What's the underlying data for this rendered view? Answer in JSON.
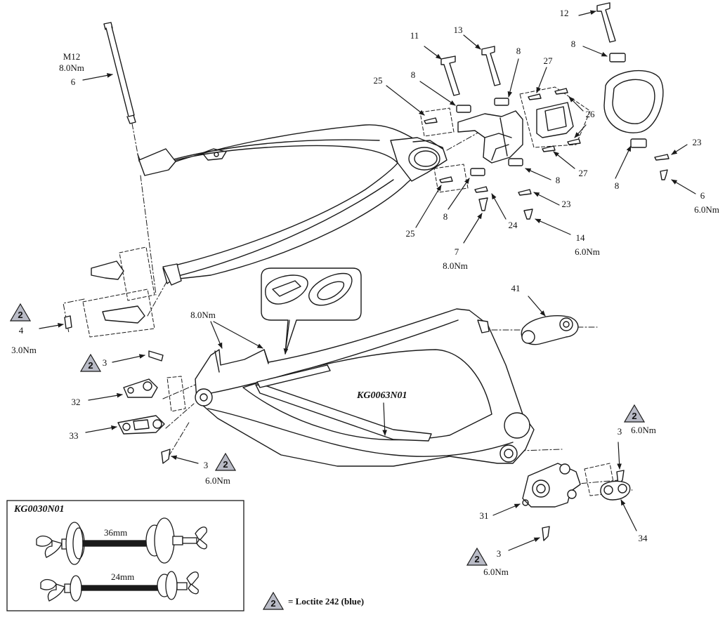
{
  "callouts": {
    "m12": "M12",
    "swing_axle_torque": "8.0Nm",
    "n6_top": "6",
    "n11": "11",
    "n13": "13",
    "n12": "12",
    "n8_a": "8",
    "n8_b": "8",
    "n8_c": "8",
    "n8_d": "8",
    "n8_e": "8",
    "n8_f": "8",
    "n25_top": "25",
    "n25_bottom": "25",
    "n27_top": "27",
    "n27_bottom": "27",
    "n26": "26",
    "n23_right": "23",
    "n23_mid": "23",
    "n6_right": "6",
    "n6_right_torque": "6.0Nm",
    "n24": "24",
    "n14": "14",
    "n14_torque": "6.0Nm",
    "n7": "7",
    "n7_torque": "8.0Nm",
    "n41": "41",
    "n4": "4",
    "n4_torque": "3.0Nm",
    "frame_torque": "8.0Nm",
    "n3_upper": "3",
    "n32": "32",
    "n33": "33",
    "n3_lower": "3",
    "n3_lower_torque": "6.0Nm",
    "n3_right": "3",
    "n3_right_torque": "6.0Nm",
    "n31": "31",
    "n34": "34",
    "n3_bottom": "3",
    "n3_bottom_torque": "6.0Nm",
    "loctite_number": "2"
  },
  "kit_labels": {
    "frame_guard": "KG0063N01",
    "tool_kit": "KG0030N01",
    "tool_36": "36mm",
    "tool_24": "24mm"
  },
  "legend": {
    "text": "= Loctite 242 (blue)"
  },
  "colors": {
    "line": "#1a1a1a",
    "loctite_fill": "#b9bbc6",
    "part_fill": "#ffffff"
  }
}
